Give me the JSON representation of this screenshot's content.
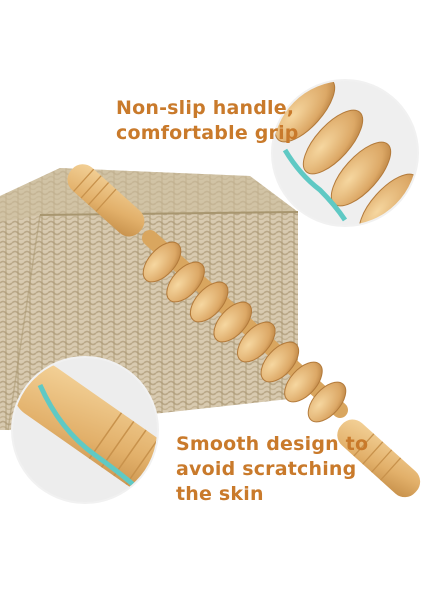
{
  "callouts": {
    "top": {
      "lines": [
        "Non-slip handle,",
        "comfortable grip"
      ]
    },
    "bottom": {
      "lines": [
        "Smooth design to",
        "avoid scratching",
        "the skin"
      ]
    }
  },
  "colors": {
    "caption": "#c97a2b",
    "wood_light": "#f0c98a",
    "wood_dark": "#c8924c",
    "basket": "#d9ccb4",
    "highlight_outline": "#5fc9c4"
  },
  "icons": [
    "wooden-roller-massager",
    "wicker-basket",
    "zoom-circle-top",
    "zoom-circle-bottom"
  ]
}
